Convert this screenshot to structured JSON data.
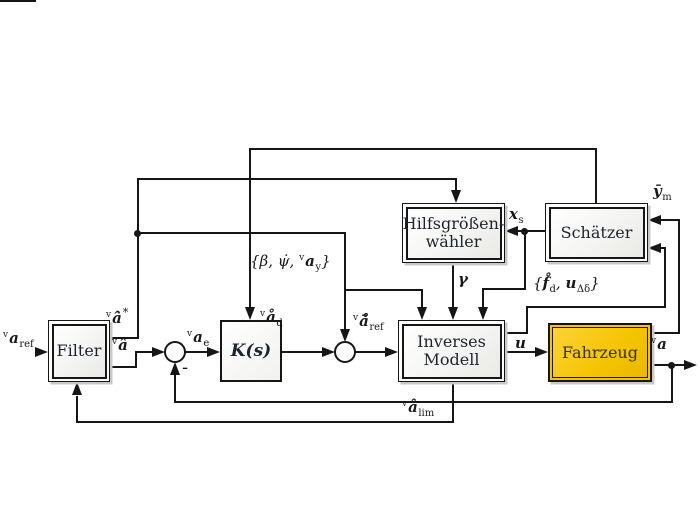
{
  "diagram": {
    "type": "control-loop-block-diagram",
    "colors": {
      "ink": "#161616",
      "vehicle_fill": "#f5c400",
      "box_fill": "#fdfdfd",
      "background": "#ffffff"
    }
  },
  "blocks": {
    "filter": {
      "label": "Filter"
    },
    "controller": {
      "label": "K(s)"
    },
    "aux_selector": {
      "line1": "Hilfsgrößen-",
      "line2": "wähler"
    },
    "estimator": {
      "label": "Schätzer"
    },
    "inverse_model": {
      "line1": "Inverses",
      "line2": "Modell"
    },
    "vehicle": {
      "label": "Fahrzeug"
    }
  },
  "signals": {
    "va_ref_in": {
      "sup": "v",
      "base": "a",
      "sub": "ref"
    },
    "va_hat_dot_star": {
      "sup": "v",
      "base": "â̇",
      "star": "*"
    },
    "va_hat": {
      "sup": "v",
      "base": "â"
    },
    "va_e": {
      "sup": "v",
      "base": "a",
      "sub": "e"
    },
    "va_ring_d": {
      "sup": "v",
      "base": "å",
      "sub": "d"
    },
    "va_bar_ring_ref": {
      "sup": "v",
      "base": "ā̊",
      "sub": "ref"
    },
    "beta_bundle": {
      "pre": "{β, ψ̇,",
      "sup": "v",
      "base": "a",
      "sub": "y",
      "post": "}"
    },
    "x_s": {
      "base": "x",
      "sub": "s"
    },
    "gamma": {
      "base": "γ"
    },
    "fd_bundle": {
      "pre": "{",
      "base1": "f̊",
      "sub1": "d",
      "mid": ", ",
      "base2": "u",
      "sub2": "Δδ",
      "post": "}"
    },
    "u": {
      "base": "u"
    },
    "y_bar_m": {
      "base": "ȳ",
      "sub": "m"
    },
    "va_out": {
      "sup": "v",
      "base": "a"
    },
    "va_ring_lim": {
      "sup": "v",
      "base": "å",
      "sub": "lim"
    },
    "minus": "-"
  }
}
